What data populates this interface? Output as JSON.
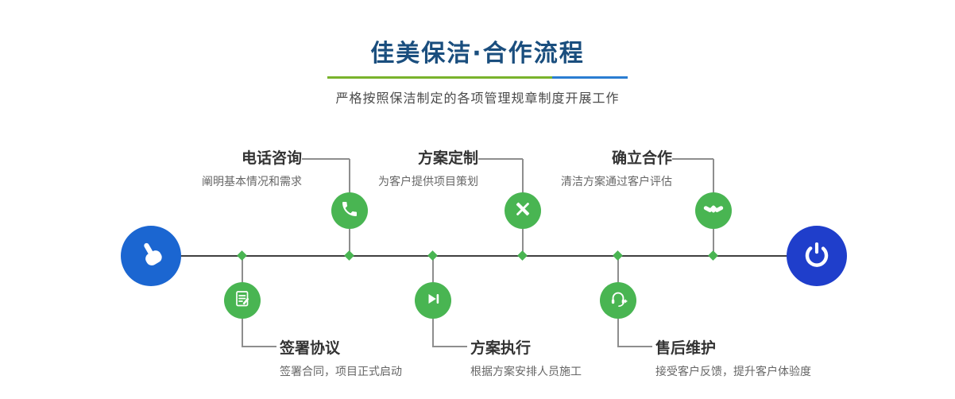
{
  "header": {
    "title": "佳美保洁·合作流程",
    "subtitle": "严格按照保洁制定的各项管理规章制度开展工作"
  },
  "timeline": {
    "start_icon": "hand-pointer-icon",
    "end_icon": "power-icon"
  },
  "steps": {
    "top": [
      {
        "title": "电话咨询",
        "desc": "阐明基本情况和需求",
        "icon": "phone-icon"
      },
      {
        "title": "方案定制",
        "desc": "为客户提供项目策划",
        "icon": "pen-ruler-icon"
      },
      {
        "title": "确立合作",
        "desc": "清洁方案通过客户评估",
        "icon": "handshake-icon"
      }
    ],
    "bottom": [
      {
        "title": "签署协议",
        "desc": "签署合同，项目正式启动",
        "icon": "contract-icon"
      },
      {
        "title": "方案执行",
        "desc": "根据方案安排人员施工",
        "icon": "play-next-icon"
      },
      {
        "title": "售后维护",
        "desc": "接受客户反馈，提升客户体验度",
        "icon": "headset-plus-icon"
      }
    ]
  },
  "colors": {
    "title": "#1a4e7e",
    "divider_green": "#79b32c",
    "divider_blue": "#2a7dd2",
    "node_green": "#49b552",
    "node_blue_start": "#1b66d1",
    "node_blue_end": "#1f3ecb",
    "timeline_line": "#404040",
    "connector_line": "#8e8e8e"
  }
}
